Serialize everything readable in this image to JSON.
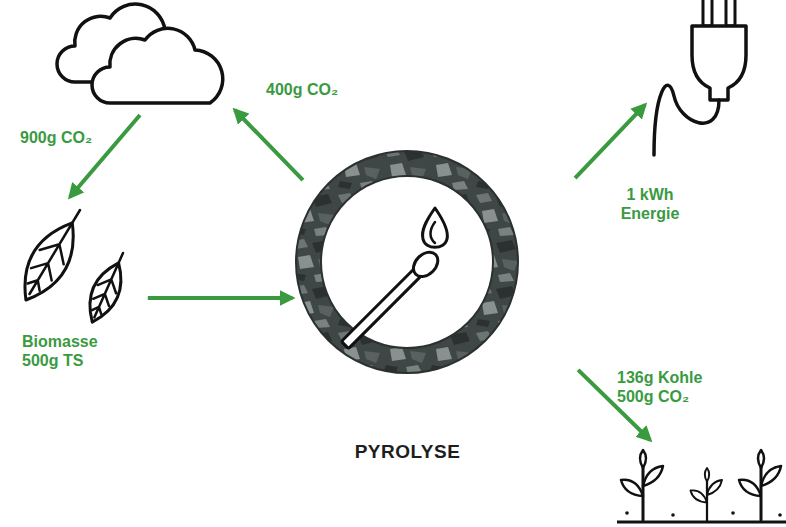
{
  "diagram": {
    "nodes": [
      {
        "text": []
      },
      {
        "text": []
      },
      {
        "text": [
          "Biomasse 500g TS"
        ]
      },
      {
        "text": [
          "PYROLYSE"
        ]
      },
      {
        "text": []
      }
    ],
    "edges": [
      {
        "from": 0,
        "to": 2,
        "label": "900g CO₂",
        "arrow": "to"
      },
      {
        "from": 2,
        "to": 3,
        "arrow": "to"
      },
      {
        "from": 3,
        "to": 0,
        "label": "400g CO₂",
        "arrow": "to"
      },
      {
        "from": 3,
        "to": 1,
        "label": "1 kWh Energie",
        "arrow": "to"
      },
      {
        "from": 3,
        "to": 4,
        "label": "136g Kohle 500g CO₂",
        "arrow": "to"
      }
    ]
  }
}
